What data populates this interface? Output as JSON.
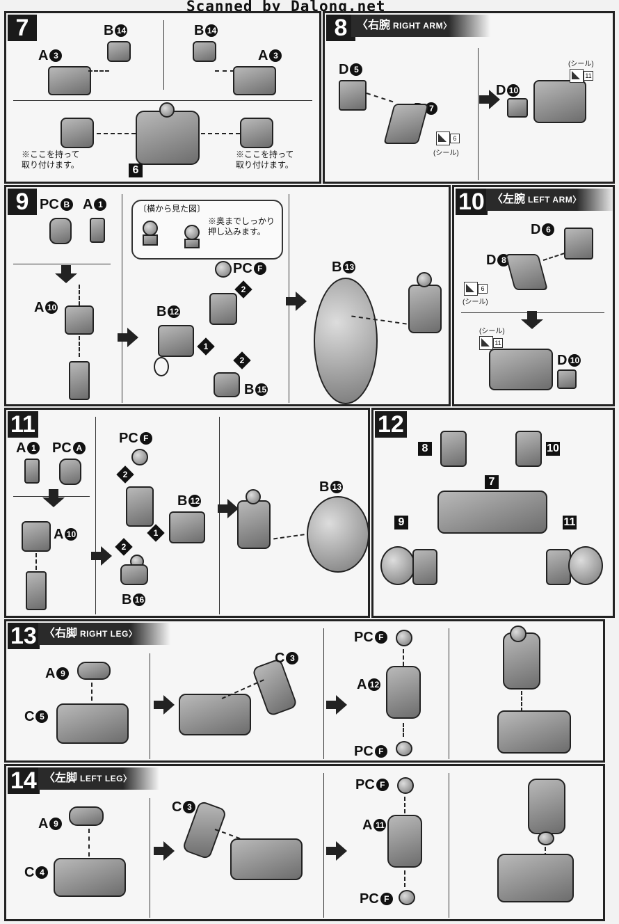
{
  "header": {
    "scan_credit": "Scanned by Dalong.net"
  },
  "steps": {
    "s7": {
      "num": "7",
      "labels": {
        "a3": "A",
        "a3n": "3",
        "b14": "B",
        "b14n": "14",
        "sub": "6"
      },
      "note_l1": "※ここを持って",
      "note_l2": "取り付けます。"
    },
    "s8": {
      "num": "8",
      "title_jp": "〈右腕",
      "title_en": "RIGHT ARM〉",
      "labels": {
        "d5": "D",
        "d5n": "5",
        "d7": "D",
        "d7n": "7",
        "d10": "D",
        "d10n": "10"
      },
      "sticker_label": "(シール)",
      "sticker_a": "6",
      "sticker_b": "11"
    },
    "s9": {
      "num": "9",
      "labels": {
        "pcb": "PC",
        "pcbn": "B",
        "a1": "A",
        "a1n": "1",
        "a10": "A",
        "a10n": "10",
        "pcf": "PC",
        "pcfn": "F",
        "b12": "B",
        "b12n": "12",
        "b15": "B",
        "b15n": "15",
        "b13": "B",
        "b13n": "13"
      },
      "bubble_title": "〔横から見た図〕",
      "bubble_l1": "※奥までしっかり",
      "bubble_l2": "押し込みます。",
      "order1": "1",
      "order2": "2"
    },
    "s10": {
      "num": "10",
      "title_jp": "〈左腕",
      "title_en": "LEFT ARM〉",
      "labels": {
        "d6": "D",
        "d6n": "6",
        "d8": "D",
        "d8n": "8",
        "d10": "D",
        "d10n": "10"
      },
      "sticker_label": "(シール)",
      "sticker_a": "6",
      "sticker_b": "11"
    },
    "s11": {
      "num": "11",
      "labels": {
        "a1": "A",
        "a1n": "1",
        "pca": "PC",
        "pcan": "A",
        "a10": "A",
        "a10n": "10",
        "pcf": "PC",
        "pcfn": "F",
        "b12": "B",
        "b12n": "12",
        "b16": "B",
        "b16n": "16",
        "b13": "B",
        "b13n": "13"
      },
      "order1": "1",
      "order2": "2"
    },
    "s12": {
      "num": "12",
      "tags": [
        "8",
        "10",
        "7",
        "9",
        "11"
      ]
    },
    "s13": {
      "num": "13",
      "title_jp": "〈右脚",
      "title_en": "RIGHT LEG〉",
      "labels": {
        "a9": "A",
        "a9n": "9",
        "c5": "C",
        "c5n": "5",
        "c3": "C",
        "c3n": "3",
        "pcf": "PC",
        "pcfn": "F",
        "a12": "A",
        "a12n": "12"
      }
    },
    "s14": {
      "num": "14",
      "title_jp": "〈左脚",
      "title_en": "LEFT LEG〉",
      "labels": {
        "a9": "A",
        "a9n": "9",
        "c4": "C",
        "c4n": "4",
        "c3": "C",
        "c3n": "3",
        "pcf": "PC",
        "pcfn": "F",
        "a11": "A",
        "a11n": "11"
      }
    }
  },
  "colors": {
    "ink": "#111111",
    "paper": "#f2f2f2",
    "part_light": "#b9b9b9",
    "part_dark": "#6d6d6d"
  }
}
